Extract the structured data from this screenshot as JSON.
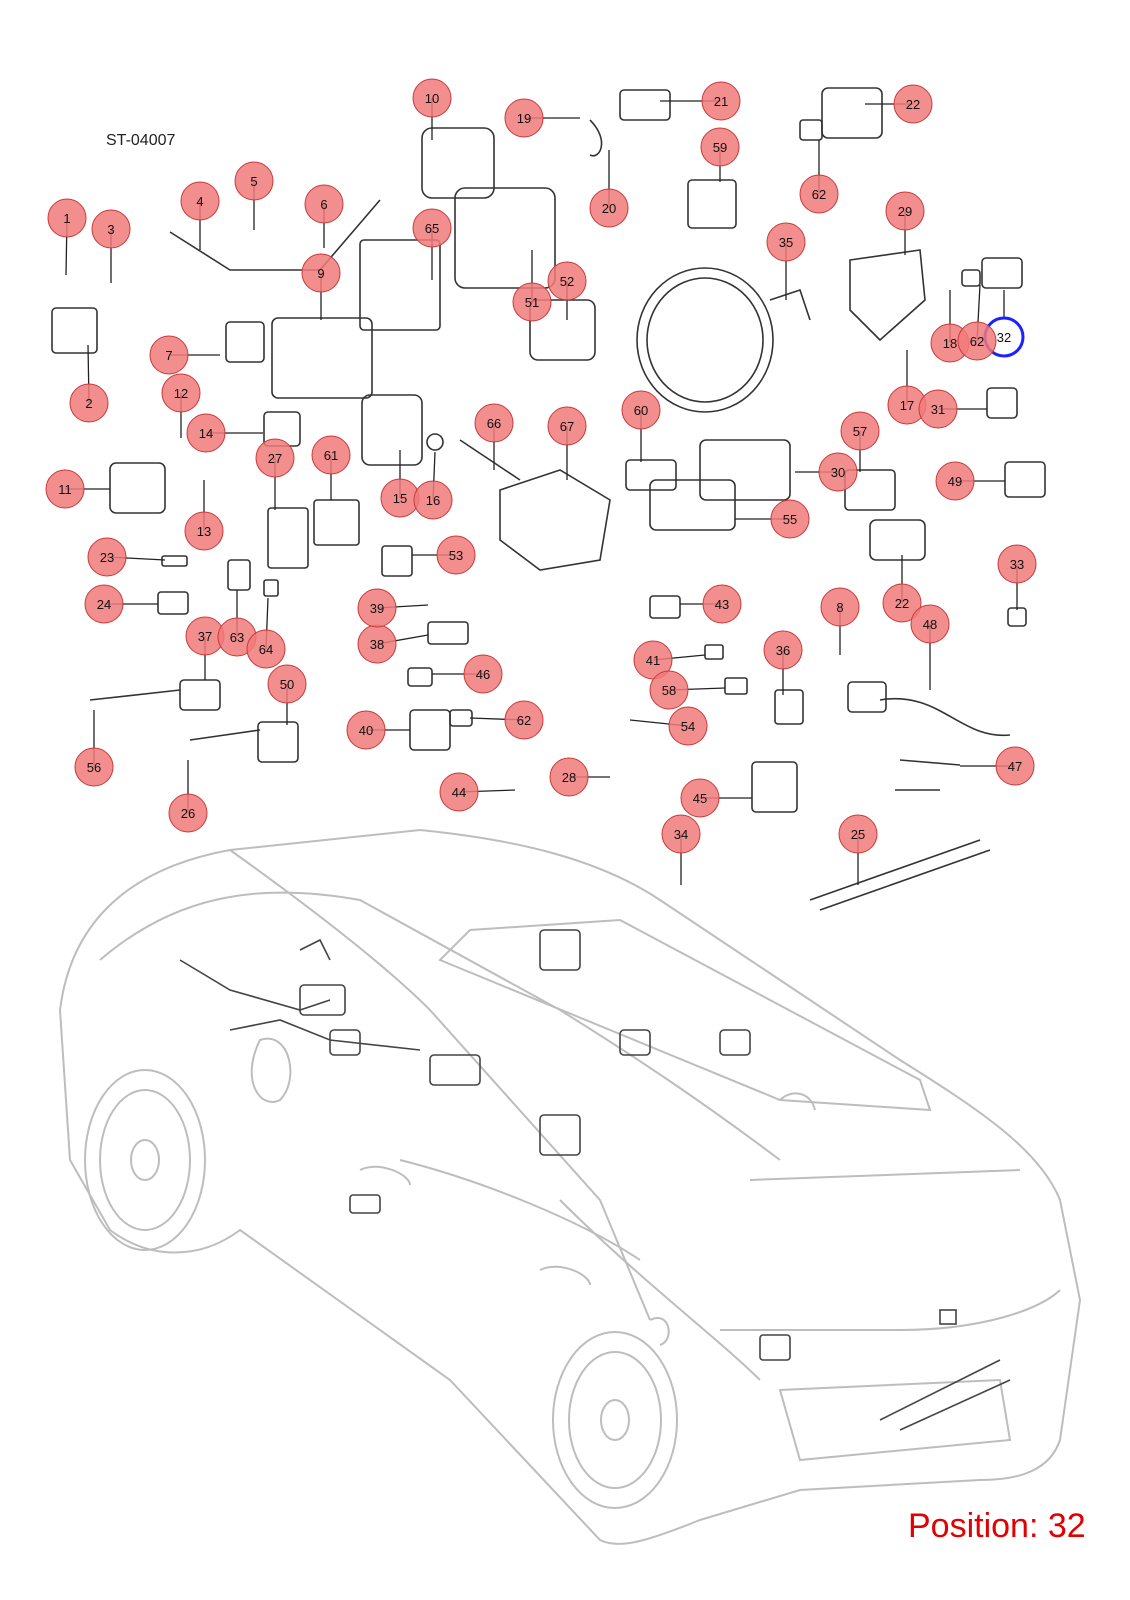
{
  "diagram_code": "ST-04007",
  "position_prefix": "Position: ",
  "position_value": "32",
  "selected": "32",
  "colors": {
    "callout_fill": "#f17a7a",
    "callout_stroke": "#c93a3a",
    "selected": "#1a22ff",
    "position_text": "#e30000"
  },
  "callouts": [
    "1",
    "2",
    "3",
    "4",
    "5",
    "6",
    "7",
    "8",
    "9",
    "10",
    "11",
    "12",
    "13",
    "14",
    "15",
    "16",
    "17",
    "18",
    "19",
    "20",
    "21",
    "22",
    "22",
    "23",
    "24",
    "25",
    "26",
    "27",
    "28",
    "29",
    "30",
    "31",
    "32",
    "33",
    "34",
    "35",
    "36",
    "37",
    "38",
    "39",
    "40",
    "41",
    "42",
    "43",
    "44",
    "45",
    "46",
    "47",
    "48",
    "49",
    "50",
    "51",
    "52",
    "53",
    "54",
    "55",
    "56",
    "57",
    "58",
    "59",
    "60",
    "61",
    "62",
    "62",
    "62",
    "63",
    "64",
    "65",
    "66",
    "67"
  ]
}
